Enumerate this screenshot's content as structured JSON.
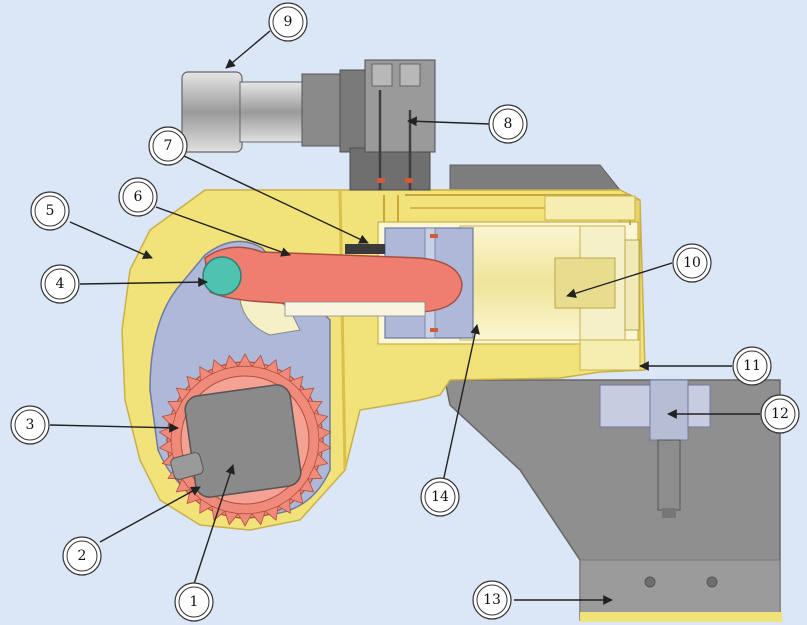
{
  "colors": {
    "background": "#dbe6f6",
    "housing": "#f2e27a",
    "housing_shadow": "#d8c04a",
    "link_plate": "#aeb8d8",
    "ratchet": "#f08a7a",
    "drive": "#8a8a8a",
    "reaction_arm": "#8f8f8f",
    "piston": "#f6f0b8",
    "lever": "#ee7f70",
    "pin": "#4fc3b0",
    "swivel": "#a8a8a8"
  },
  "callouts": [
    {
      "id": "1",
      "label": "1"
    },
    {
      "id": "2",
      "label": "2"
    },
    {
      "id": "3",
      "label": "3"
    },
    {
      "id": "4",
      "label": "4"
    },
    {
      "id": "5",
      "label": "5"
    },
    {
      "id": "6",
      "label": "6"
    },
    {
      "id": "7",
      "label": "7"
    },
    {
      "id": "8",
      "label": "8"
    },
    {
      "id": "9",
      "label": "9"
    },
    {
      "id": "10",
      "label": "10"
    },
    {
      "id": "11",
      "label": "11"
    },
    {
      "id": "12",
      "label": "12"
    },
    {
      "id": "13",
      "label": "13"
    },
    {
      "id": "14",
      "label": "14"
    }
  ]
}
